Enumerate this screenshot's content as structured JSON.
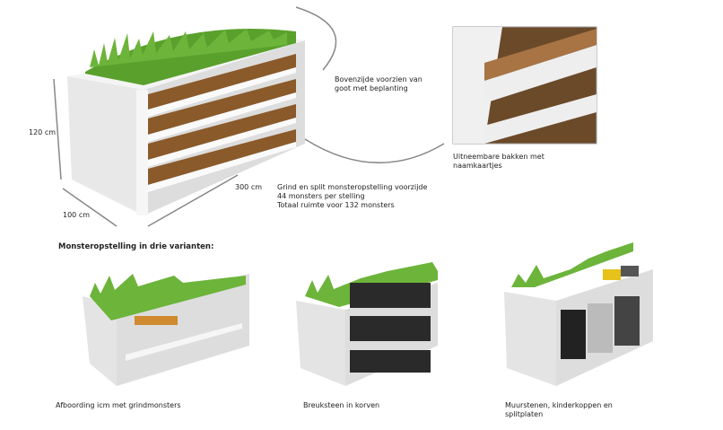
{
  "dimensions": {
    "height": "120 cm",
    "depth": "100 cm",
    "width": "300 cm"
  },
  "labels": {
    "top": [
      "Bovenzijde voorzien van",
      "goot met beplanting"
    ],
    "description": [
      "Grind en split monsteropstelling voorzijde",
      "44 monsters per stelling",
      "Totaal ruimte voor 132 monsters"
    ],
    "inset": [
      "Uitneembare bakken met",
      "naamkaartjes"
    ]
  },
  "variants": {
    "heading": "Monsteropstelling in drie varianten:",
    "items": [
      {
        "caption": [
          "Afboording icm met grindmonsters"
        ]
      },
      {
        "caption": [
          "Breuksteen in korven"
        ]
      },
      {
        "caption": [
          "Muurstenen, kinderkoppen en",
          "splitplaten"
        ]
      }
    ]
  },
  "colors": {
    "grass": "#5aa02c",
    "wood": "#8a5a2b",
    "white": "#f2f2f2",
    "arrow": "#8a8a8a"
  }
}
